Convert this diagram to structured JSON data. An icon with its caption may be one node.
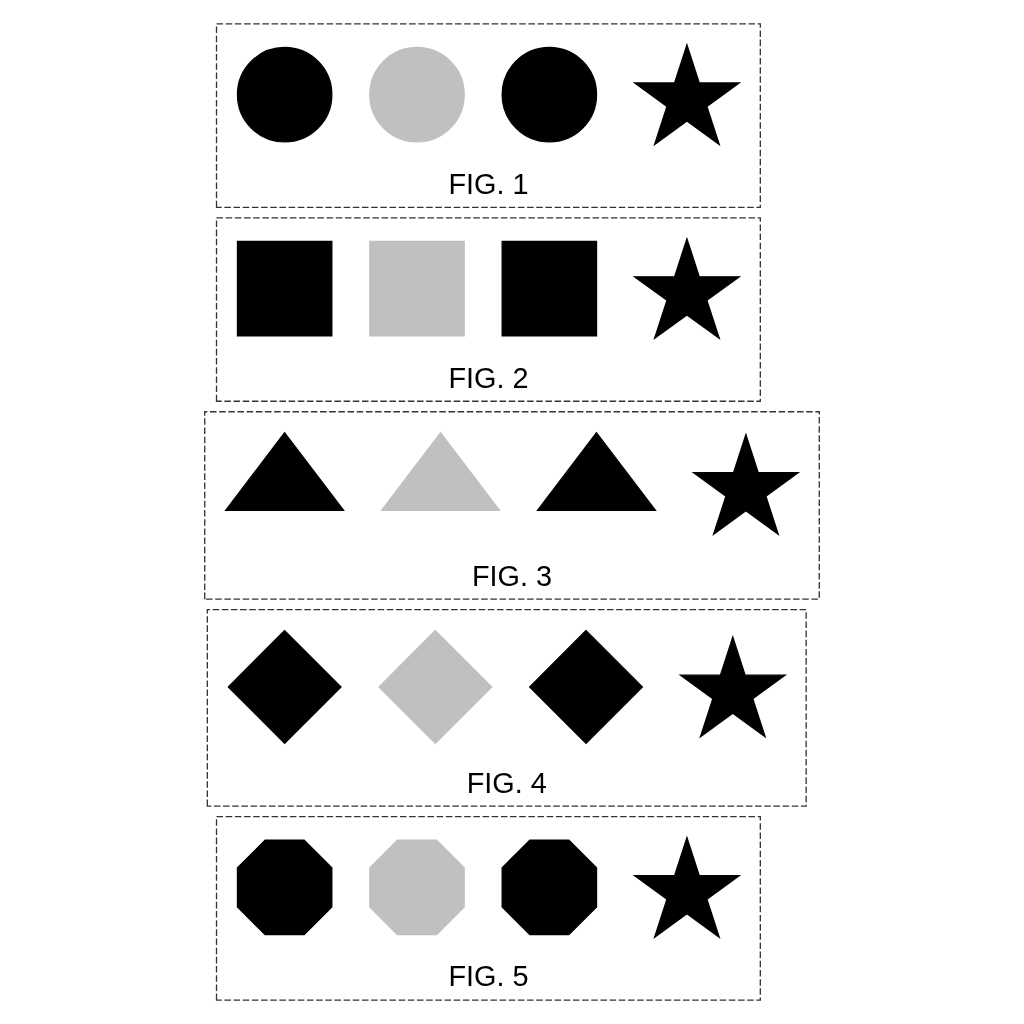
{
  "diagram": {
    "nodes": [
      {
        "text": [],
        "shape": "box",
        "beside": [
          "FIG. 1"
        ]
      },
      {
        "text": [],
        "shape": "circle",
        "in": 0
      },
      {
        "text": [],
        "shape": "circle",
        "in": 0
      },
      {
        "text": [],
        "shape": "circle",
        "in": 0
      },
      {
        "text": [],
        "shape": "star",
        "in": 0
      },
      {
        "text": [],
        "shape": "box",
        "beside": [
          "FIG. 2"
        ]
      },
      {
        "text": [],
        "shape": "square",
        "in": 5
      },
      {
        "text": [],
        "shape": "square",
        "in": 5
      },
      {
        "text": [],
        "shape": "square",
        "in": 5
      },
      {
        "text": [],
        "shape": "star",
        "in": 5
      },
      {
        "text": [],
        "shape": "box",
        "beside": [
          "FIG. 3"
        ]
      },
      {
        "text": [],
        "shape": "triangle",
        "in": 10
      },
      {
        "text": [],
        "shape": "triangle",
        "in": 10
      },
      {
        "text": [],
        "shape": "triangle",
        "in": 10
      },
      {
        "text": [],
        "shape": "star",
        "in": 10
      },
      {
        "text": [],
        "shape": "box",
        "beside": [
          "FIG. 4"
        ]
      },
      {
        "text": [],
        "shape": "diamond",
        "in": 15
      },
      {
        "text": [],
        "shape": "diamond",
        "in": 15
      },
      {
        "text": [],
        "shape": "diamond",
        "in": 15
      },
      {
        "text": [],
        "shape": "star",
        "in": 15
      },
      {
        "text": [],
        "shape": "box",
        "beside": [
          "FIG. 5"
        ]
      },
      {
        "text": [],
        "shape": "octagon",
        "in": 20
      },
      {
        "text": [],
        "shape": "octagon",
        "in": 20
      },
      {
        "text": [],
        "shape": "octagon",
        "in": 20
      },
      {
        "text": [],
        "shape": "star",
        "in": 20
      }
    ]
  }
}
